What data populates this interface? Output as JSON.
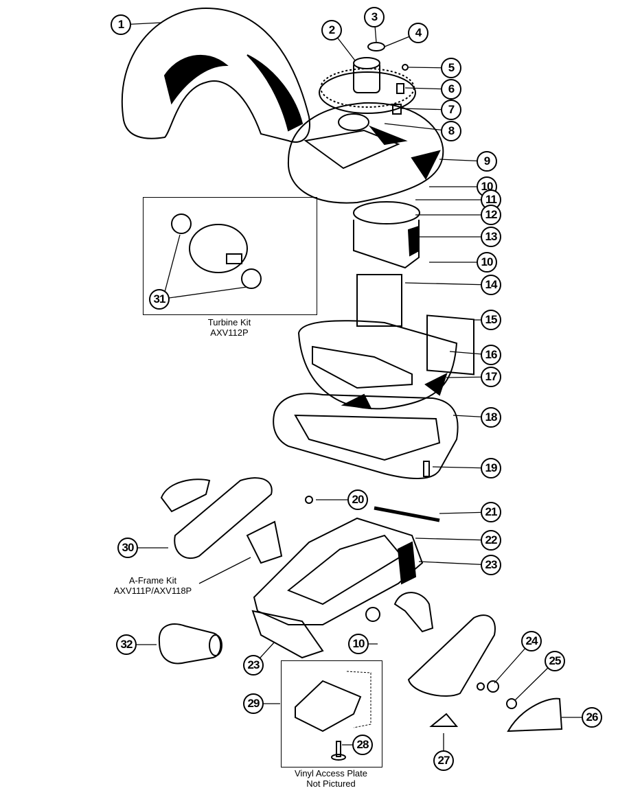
{
  "callouts": [
    "1",
    "2",
    "3",
    "4",
    "5",
    "6",
    "7",
    "8",
    "9",
    "10",
    "11",
    "12",
    "13",
    "10",
    "14",
    "15",
    "16",
    "17",
    "18",
    "19",
    "20",
    "21",
    "22",
    "23",
    "30",
    "32",
    "23",
    "10",
    "24",
    "25",
    "26",
    "29",
    "28",
    "27",
    "31"
  ],
  "kits": {
    "turbine": {
      "line1": "Turbine Kit",
      "line2": "AXV112P"
    },
    "aframe": {
      "line1": "A-Frame Kit",
      "line2": "AXV111P/AXV118P"
    },
    "vinyl": {
      "line1": "Vinyl Access Plate",
      "line2": "Not Pictured"
    }
  },
  "colors": {
    "ink": "#000000",
    "paper": "#ffffff"
  }
}
